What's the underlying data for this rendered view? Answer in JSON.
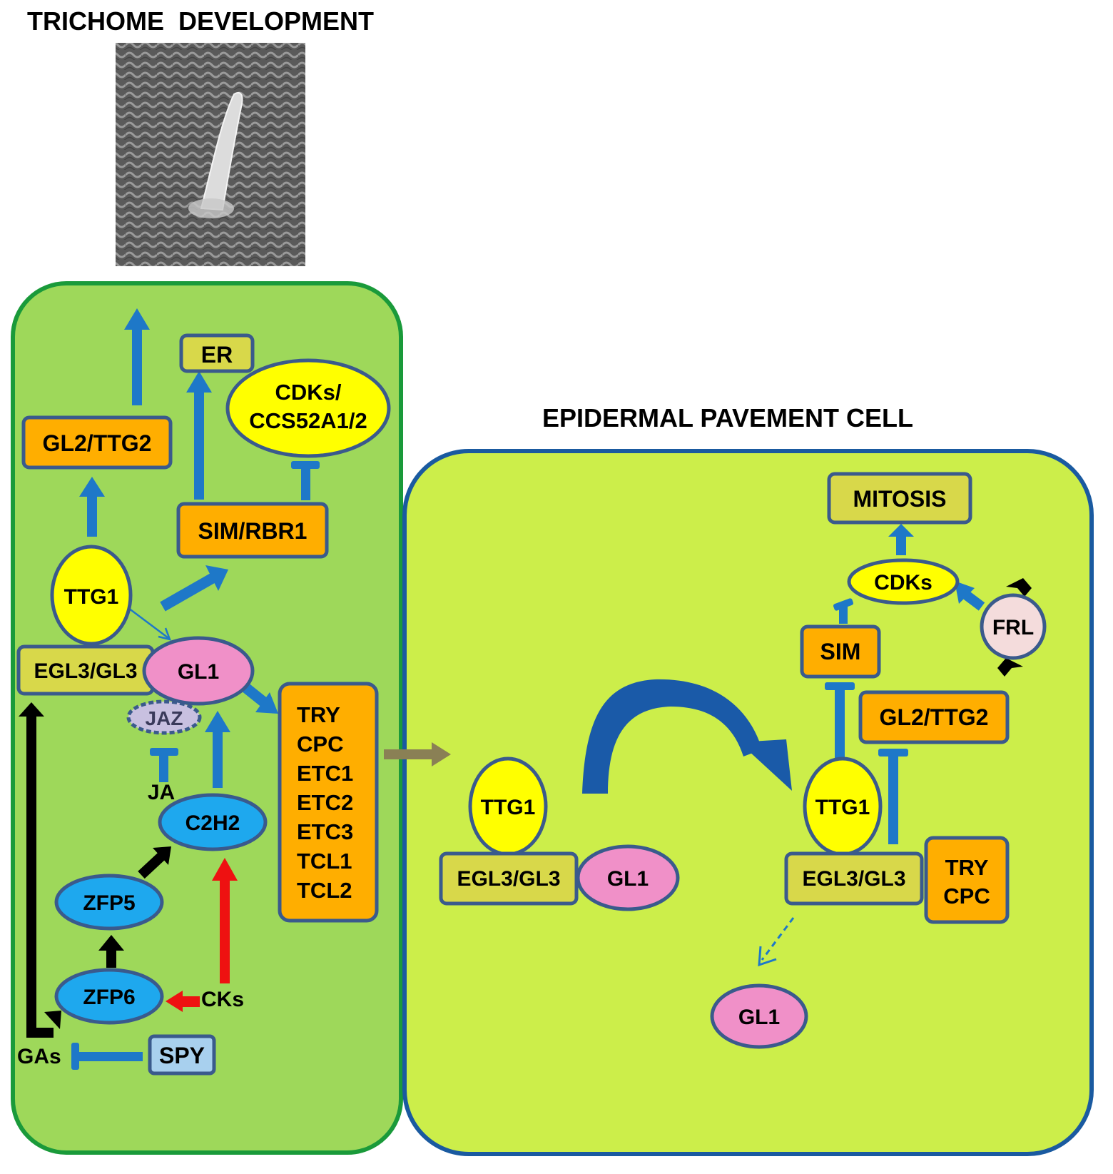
{
  "headings": {
    "trichome": "TRICHOME  DEVELOPMENT",
    "pavement": "EPIDERMAL PAVEMENT CELL"
  },
  "trichome_cell": {
    "gl2_ttg2": "GL2/TTG2",
    "er": "ER",
    "cdks_line1": "CDKs/",
    "cdks_line2": "CCS52A1/2",
    "sim_rbr1": "SIM/RBR1",
    "ttg1": "TTG1",
    "egl3_gl3": "EGL3/GL3",
    "gl1": "GL1",
    "jaz": "JAZ",
    "ja": "JA",
    "c2h2": "C2H2",
    "zfp5": "ZFP5",
    "zfp6": "ZFP6",
    "cks": "CKs",
    "gas": "GAs",
    "spy": "SPY",
    "repressors": [
      "TRY",
      "CPC",
      "ETC1",
      "ETC2",
      "ETC3",
      "TCL1",
      "TCL2"
    ]
  },
  "pavement_cell": {
    "mitosis": "MITOSIS",
    "cdks": "CDKs",
    "frl": "FRL",
    "sim": "SIM",
    "gl2_ttg2": "GL2/TTG2",
    "ttg1_left": "TTG1",
    "egl3_gl3_left": "EGL3/GL3",
    "gl1_left": "GL1",
    "ttg1_right": "TTG1",
    "egl3_gl3_right": "EGL3/GL3",
    "try": "TRY",
    "cpc": "CPC",
    "gl1_free": "GL1"
  },
  "colors": {
    "trichome_cell_fill": "#9ed85a",
    "pavement_cell_fill": "#ccee4a",
    "activation_arrow": "#1e78c8",
    "black_arrow": "#000000",
    "cytokinin_arrow": "#ee1111",
    "transition_arrow": "#8a8055",
    "yellow_node": "#ffff00",
    "orange_node": "#ffae00",
    "olive_node": "#d8d84a",
    "pink_node": "#f090c8",
    "blue_node": "#1ea8ee",
    "jaz_node": "#c8c0e0",
    "spy_node": "#a8d0ee",
    "frl_node": "#f4dcdc",
    "node_border": "#3a5a8c"
  }
}
